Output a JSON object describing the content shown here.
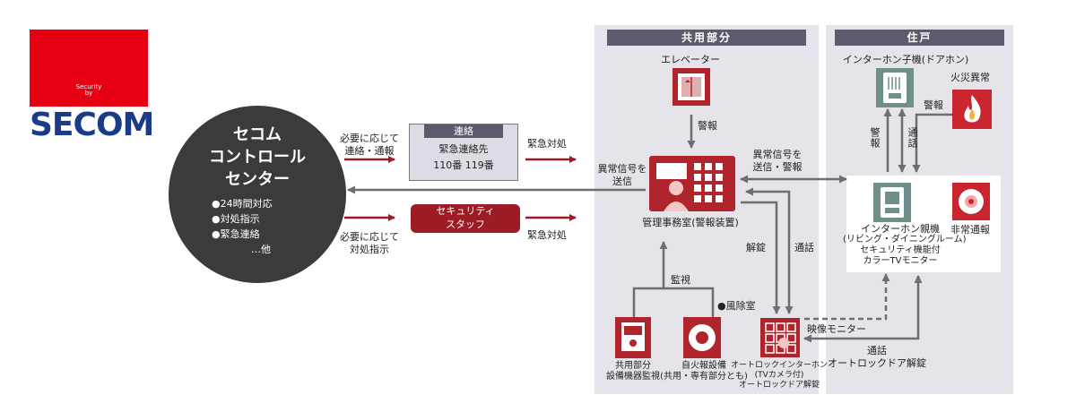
{
  "logo": {
    "small_line1": "Security",
    "small_line2": "by",
    "brand": "SECOM"
  },
  "control_center": {
    "title_lines": [
      "セコム",
      "コントロール",
      "センター"
    ],
    "items": [
      "●24時間対応",
      "●対処指示",
      "●緊急連絡",
      "…他"
    ]
  },
  "flows": {
    "contact_if_needed": [
      "必要に応じて",
      "連絡・通報"
    ],
    "dispatch_if_needed": [
      "必要に応じて",
      "対処指示"
    ],
    "emergency_response_1": "緊急対処",
    "emergency_response_2": "緊急対処",
    "send_alarm_signal": [
      "異常信号を",
      "送信"
    ],
    "alarm_signal_alert": [
      "異常信号を",
      "送信・警報"
    ],
    "alarm_elevator": "警報",
    "monitor": "監視",
    "unlock": "解錠",
    "call_1": "通話",
    "video_monitor": "映像モニター",
    "call_unlock": [
      "通話",
      "オートロックドア解錠"
    ],
    "alarm_fire": "警報",
    "alarm_vertical": "警報",
    "call_vertical": "通話"
  },
  "contact_box": {
    "header": "連絡",
    "line1": "緊急連絡先",
    "line2": "110番  119番"
  },
  "staff_box": {
    "lines": [
      "セキュリティ",
      "スタッフ"
    ]
  },
  "common_area": {
    "header": "共用部分",
    "elevator": "エレベーター",
    "management": "管理事務室(警報装置)",
    "vestibule": "●風除室",
    "equipment_monitor": [
      "共用部分",
      "設備機器監視"
    ],
    "fire_alarm": [
      "自火報設備",
      "(共用・専有部分とも)"
    ],
    "autolock": [
      "オートロックインターホン",
      "(TVカメラ付)",
      "オートロックドア解錠"
    ]
  },
  "dwelling": {
    "header": "住戸",
    "door_intercom": "インターホン子機(ドアホン)",
    "fire_abnormal": "火災異常",
    "master_intercom": [
      "インターホン親機",
      "(リビング・ダイニングルーム)",
      "セキュリティ機能付",
      "カラーTVモニター"
    ],
    "emergency_call": "非常通報"
  },
  "colors": {
    "accent_red": "#9c1b24",
    "brand_red": "#e60012",
    "brand_blue": "#1a3a8a",
    "arrow_gray": "#7a7a7a",
    "panel": "#e4e4ea",
    "header": "#5d5a6e"
  }
}
